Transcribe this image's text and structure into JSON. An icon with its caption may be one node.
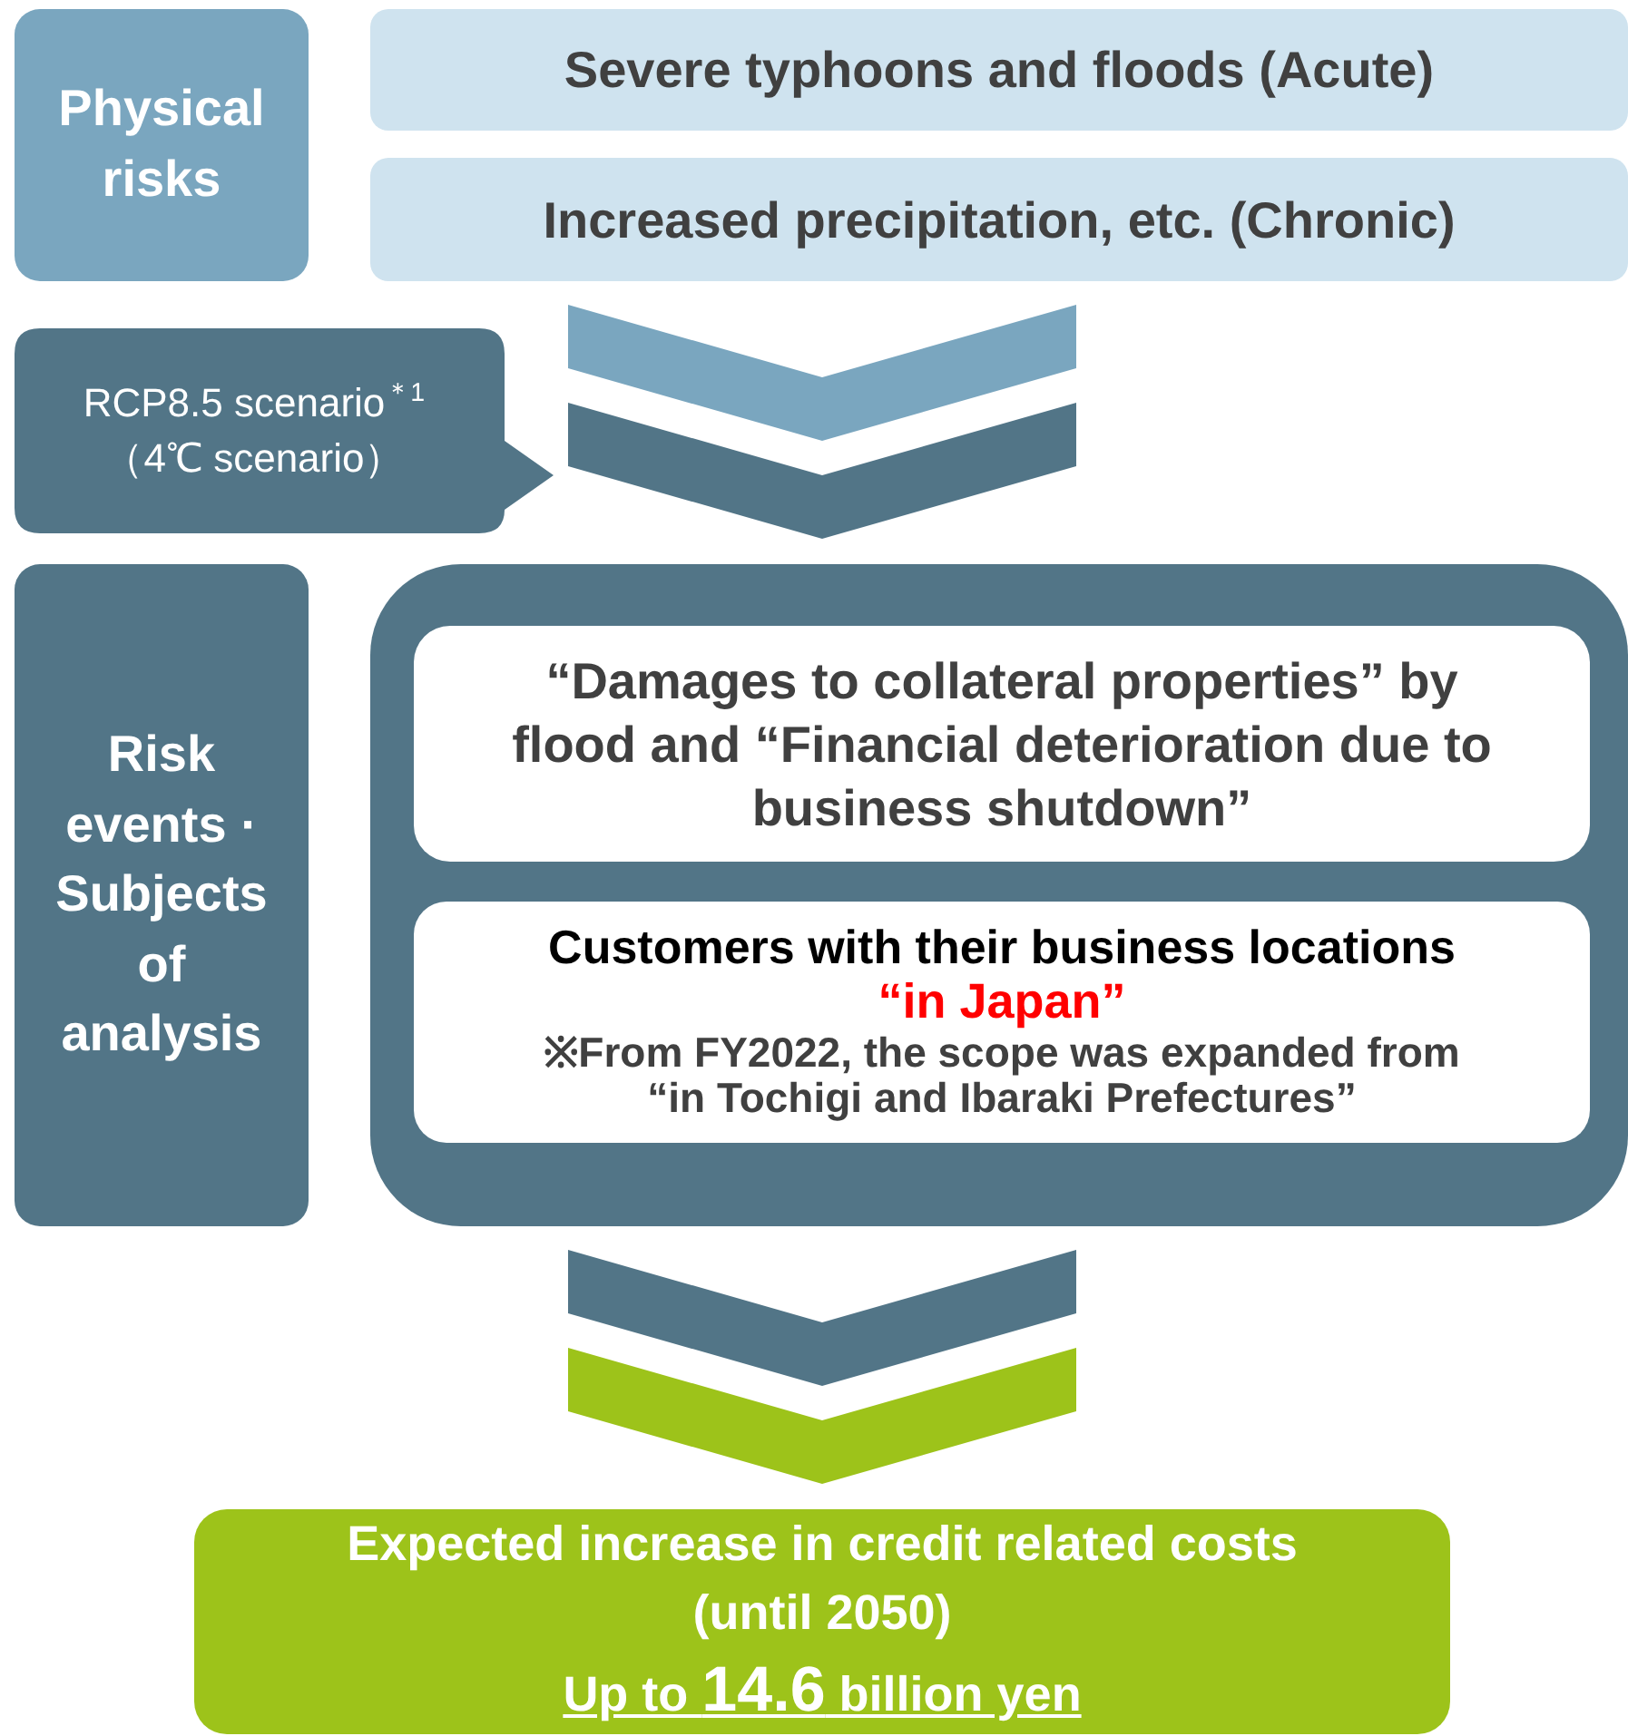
{
  "diagram": {
    "nodes": [
      {
        "text": [
          "Physical risks"
        ]
      },
      {
        "text": [
          "Severe typhoons and floods (Acute)"
        ]
      },
      {
        "text": [
          "Increased precipitation, etc. (Chronic)"
        ]
      },
      {
        "text": [
          "RCP8.5 scenario$^{＊1}$ （4℃ scenario）"
        ]
      },
      {
        "text": [
          "Risk events · Subjects of analysis"
        ]
      },
      {
        "text": [],
        "shape": "box"
      },
      {
        "text": [
          "“Damages to collateral properties” by flood and “Financial deterioration due to business shutdown”"
        ],
        "in": 5
      },
      {
        "text": [
          "Customers with their business locations",
          "“in Japan”",
          "※From FY2022, the scope was expanded from “in Tochigi and Ibaraki Prefectures”"
        ],
        "in": 5
      },
      {
        "text": [
          "Expected increase in credit related costs (until 2050)",
          "Up to **14.6** billion yen"
        ]
      }
    ],
    "edges": [
      {
        "from": 2,
        "to": 5,
        "arrow": "to"
      },
      {
        "from": 5,
        "to": 8,
        "arrow": "to"
      }
    ]
  }
}
